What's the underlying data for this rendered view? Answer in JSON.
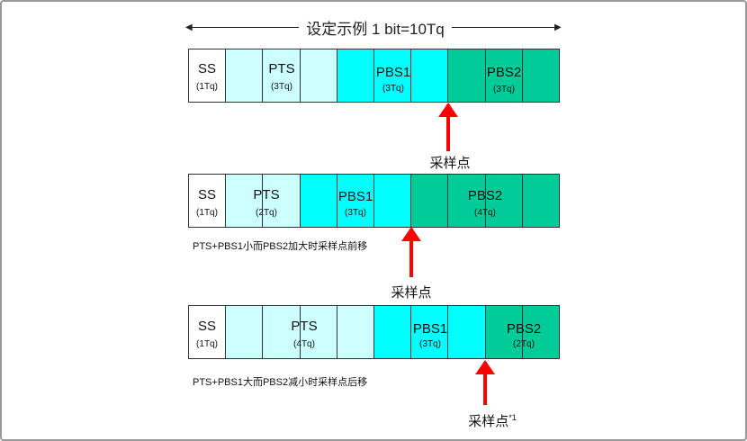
{
  "title": "设定示例 1 bit=10Tq",
  "rows": [
    {
      "ss": "SS",
      "ss_tq": "(1Tq)",
      "pts": "PTS",
      "pts_tq": "(3Tq)",
      "pbs1": "PBS1",
      "pbs1_tq": "(3Tq)",
      "pbs2": "PBS2",
      "pbs2_tq": "(3Tq)",
      "sample": "采样点"
    },
    {
      "ss": "SS",
      "ss_tq": "(1Tq)",
      "pts": "PTS",
      "pts_tq": "(2Tq)",
      "pbs1": "PBS1",
      "pbs1_tq": "(3Tq)",
      "pbs2": "PBS2",
      "pbs2_tq": "(4Tq)",
      "caption": "PTS+PBS1小而PBS2加大时采样点前移",
      "sample": "采样点"
    },
    {
      "ss": "SS",
      "ss_tq": "(1Tq)",
      "pts": "PTS",
      "pts_tq": "(4Tq)",
      "pbs1": "PBS1",
      "pbs1_tq": "(3Tq)",
      "pbs2": "PBS2",
      "pbs2_tq": "(2Tq)",
      "caption": "PTS+PBS1大而PBS2减小时采样点后移",
      "sample": "采样点",
      "note": "*1"
    }
  ],
  "colors": {
    "ss": "#ffffff",
    "pts": "#ccffff",
    "pbs1": "#00ffff",
    "pbs2": "#00cc99",
    "arrow": "#ff0000"
  }
}
